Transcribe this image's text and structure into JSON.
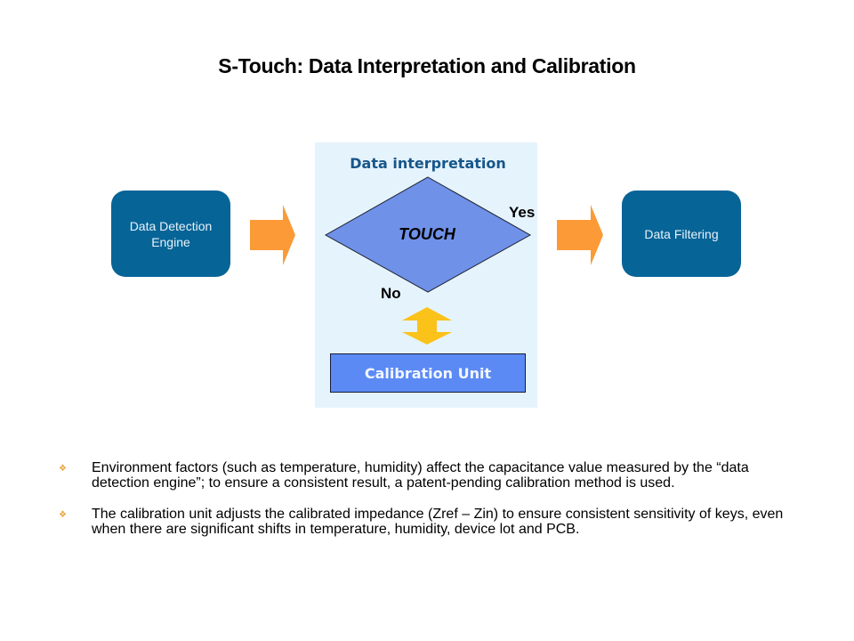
{
  "title": "S-Touch: Data Interpretation and Calibration",
  "diagram": {
    "left_box": {
      "label_line1": "Data Detection",
      "label_line2": "Engine"
    },
    "right_box": {
      "label": "Data Filtering"
    },
    "panel_title": "Data interpretation",
    "decision": {
      "label": "TOUCH",
      "yes_label": "Yes",
      "no_label": "No"
    },
    "calibration_unit": {
      "label": "Calibration Unit"
    },
    "colors": {
      "box": "#066497",
      "panel": "#e5f3fc",
      "diamond": "#6f91e8",
      "flow_arrow": "#fb9a36",
      "double_arrow": "#fbc21a",
      "calibration": "#5b8af5"
    }
  },
  "bullets": [
    {
      "icon": "diamond-bullet-icon",
      "text": "Environment factors (such as temperature, humidity) affect the capacitance value measured by the “data detection engine”; to ensure a consistent result, a patent-pending calibration method is used."
    },
    {
      "icon": "diamond-bullet-icon",
      "text": "The calibration unit adjusts the calibrated impedance (Zref – Zin) to ensure consistent sensitivity of keys, even when there are significant shifts in temperature, humidity, device lot and PCB."
    }
  ]
}
